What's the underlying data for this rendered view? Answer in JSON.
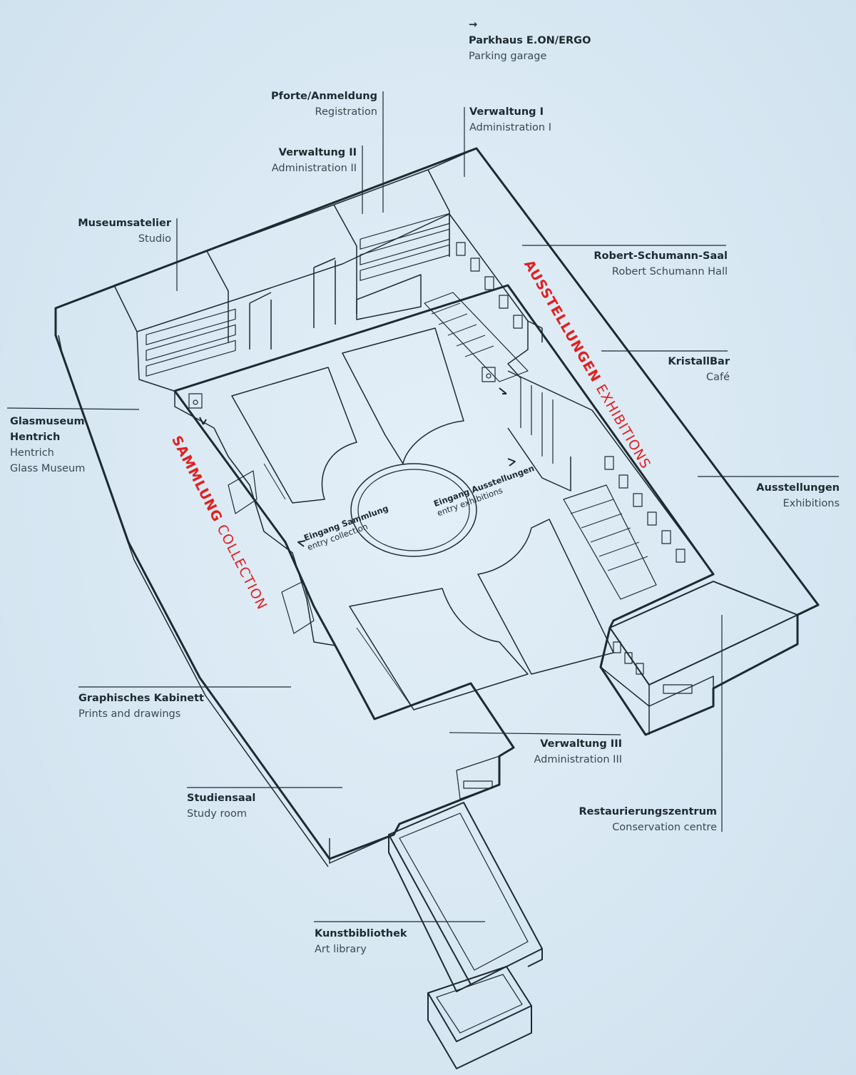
{
  "labels": {
    "parkhaus": {
      "de": "Parkhaus E.ON/ERGO",
      "en": "Parking garage",
      "arrow": "→"
    },
    "pforte": {
      "de": "Pforte/Anmeldung",
      "en": "Registration"
    },
    "verwaltung1": {
      "de": "Verwaltung I",
      "en": "Administration I"
    },
    "verwaltung2": {
      "de": "Verwaltung II",
      "en": "Administration II"
    },
    "museumsatelier": {
      "de": "Museumsatelier",
      "en": "Studio"
    },
    "schumann": {
      "de": "Robert-Schumann-Saal",
      "en": "Robert Schumann Hall"
    },
    "kristallbar": {
      "de": "KristallBar",
      "en": "Café"
    },
    "glasmuseum": {
      "de1": "Glasmuseum",
      "de2": "Hentrich",
      "en1": "Hentrich",
      "en2": "Glass Museum"
    },
    "ausstellungen": {
      "de": "Ausstellungen",
      "en": "Exhibitions"
    },
    "graphisches": {
      "de": "Graphisches Kabinett",
      "en": "Prints and drawings"
    },
    "verwaltung3": {
      "de": "Verwaltung III",
      "en": "Administration III"
    },
    "studiensaal": {
      "de": "Studiensaal",
      "en": "Study room"
    },
    "restaurierung": {
      "de": "Restaurierungszentrum",
      "en": "Conservation centre"
    },
    "kunstbibliothek": {
      "de": "Kunstbibliothek",
      "en": "Art library"
    }
  },
  "wings": {
    "sammlung": {
      "de": "SAMMLUNG",
      "en": "COLLECTION"
    },
    "ausstellungen": {
      "de": "AUSSTELLUNGEN",
      "en": "EXHIBITIONS"
    }
  },
  "entrances": {
    "sammlung": {
      "de": "Eingang Sammlung",
      "en": "entry collection"
    },
    "ausstellungen": {
      "de": "Eingang Ausstellungen",
      "en": "entry exhibitions"
    }
  },
  "colors": {
    "background": "#dbe9f3",
    "line": "#1e2a30",
    "accent": "#e02020"
  },
  "icons": [
    "accessibility-icon",
    "entrance-arrow-icon"
  ]
}
